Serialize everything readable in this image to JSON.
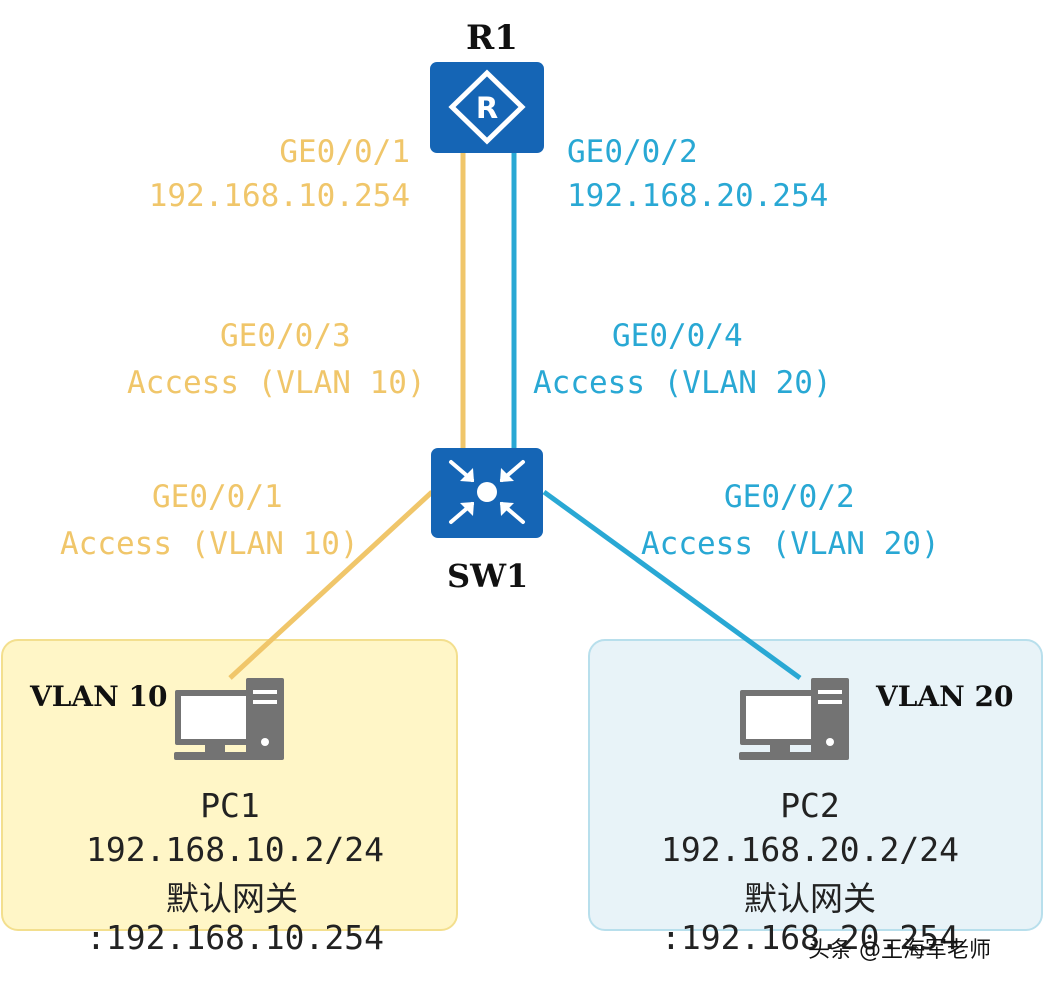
{
  "colors": {
    "vlan10": "#f0c66a",
    "vlan20": "#29a8d4",
    "device_blue": "#1565b5",
    "vlan10_bg": "#fff6c7",
    "vlan20_bg": "#e8f3f8",
    "pc_gray": "#737373"
  },
  "devices": {
    "router": {
      "name": "R1",
      "icon": "router-icon"
    },
    "switch": {
      "name": "SW1",
      "icon": "switch-icon"
    }
  },
  "links": {
    "r1_left": {
      "port": "GE0/0/1",
      "ip": "192.168.10.254"
    },
    "r1_right": {
      "port": "GE0/0/2",
      "ip": "192.168.20.254"
    },
    "sw_up_left": {
      "port": "GE0/0/3",
      "mode": "Access (VLAN 10)"
    },
    "sw_up_right": {
      "port": "GE0/0/4",
      "mode": "Access (VLAN 20)"
    },
    "sw_down_left": {
      "port": "GE0/0/1",
      "mode": "Access (VLAN 10)"
    },
    "sw_down_right": {
      "port": "GE0/0/2",
      "mode": "Access (VLAN 20)"
    }
  },
  "vlans": [
    {
      "label": "VLAN 10",
      "pc": "PC1",
      "ip": "192.168.10.2/24",
      "gw_label": "默认网关",
      "gw": ":192.168.10.254"
    },
    {
      "label": "VLAN 20",
      "pc": "PC2",
      "ip": "192.168.20.2/24",
      "gw_label": "默认网关",
      "gw": ":192.168.20.254"
    }
  ],
  "watermark": "头条 @王海军老师"
}
